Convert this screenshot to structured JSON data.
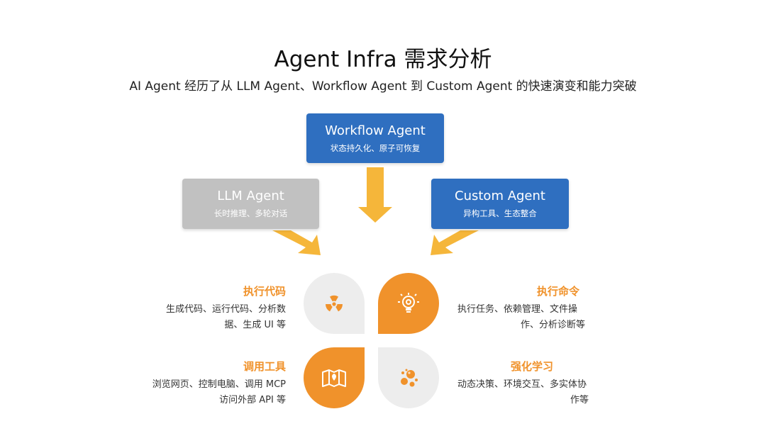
{
  "header": {
    "title": "Agent Infra 需求分析",
    "subtitle": "AI Agent 经历了从 LLM Agent、Workflow Agent 到 Custom Agent 的快速演变和能力突破"
  },
  "agents": {
    "workflow": {
      "title": "Workflow Agent",
      "desc": "状态持久化、原子可恢复"
    },
    "llm": {
      "title": "LLM Agent",
      "desc": "长时推理、多轮对话"
    },
    "custom": {
      "title": "Custom Agent",
      "desc": "异构工具、生态整合"
    }
  },
  "needs": {
    "exec_code": {
      "title": "执行代码",
      "desc1": "生成代码、运行代码、分析数",
      "desc2": "据、生成 UI 等",
      "icon": "radiation-icon"
    },
    "exec_cmd": {
      "title": "执行命令",
      "desc1": "执行任务、依赖管理、文件操",
      "desc2": "作、分析诊断等",
      "icon": "lightbulb-gear-icon"
    },
    "tools": {
      "title": "调用工具",
      "desc1": "浏览网页、控制电脑、调用 MCP",
      "desc2": "访问外部 API 等",
      "icon": "map-pin-icon"
    },
    "rl": {
      "title": "强化学习",
      "desc1": "动态决策、环境交互、多实体协",
      "desc2": "作等",
      "icon": "molecule-icon"
    }
  },
  "colors": {
    "blue": "#2f6fc0",
    "gray": "#c1c1c1",
    "orange": "#f0922b",
    "arrow": "#f5b63a",
    "leaf_gray": "#ededed"
  }
}
